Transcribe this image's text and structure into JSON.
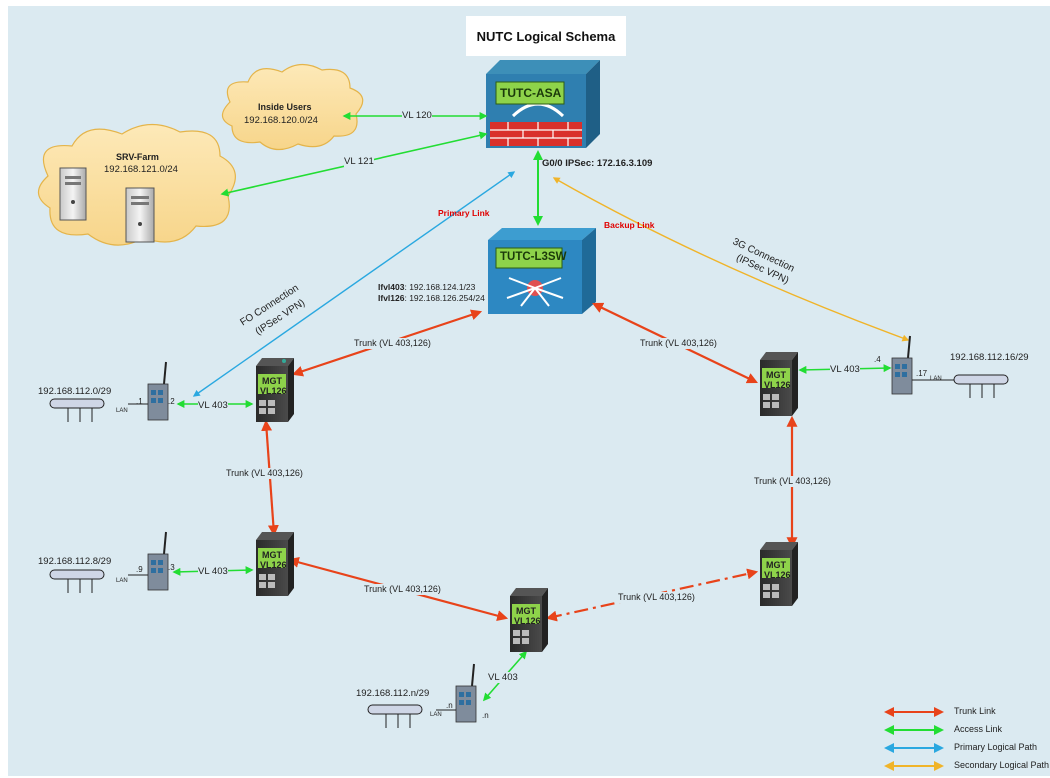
{
  "title": "NUTC Logical Schema",
  "colors": {
    "trunk": "#e8431a",
    "access": "#22dd33",
    "primary": "#2aa8e0",
    "secondary": "#f0b429",
    "background": "#dbeaf1"
  },
  "nodes": {
    "asa": {
      "label": "TUTC-ASA",
      "note": "G0/0 IPSec: 172.16.3.109"
    },
    "l3sw": {
      "label": "TUTC-L3SW",
      "ifvl403_name": "Ifvl403",
      "ifvl403_ip": ": 192.168.124.1/23",
      "ifvl126_name": "Ifvl126",
      "ifvl126_ip": ": 192.168.126.254/24"
    },
    "inside_users": {
      "label": "Inside Users",
      "subnet": "192.168.120.0/24"
    },
    "srv_farm": {
      "label": "SRV-Farm",
      "subnet": "192.168.121.0/24"
    },
    "switch": {
      "line1": "MGT",
      "line2": "VL126"
    }
  },
  "links": {
    "vl120": "VL 120",
    "vl121": "VL 121",
    "vl403": "VL 403",
    "trunk": "Trunk (VL 403,126)",
    "primary_link": "Primary Link",
    "backup_link": "Backup Link",
    "fo_connection": "FO Connection",
    "fo_ipsec": "(IPSec VPN)",
    "g3_connection": "3G Connection",
    "g3_ipsec": "(IPSec VPN)"
  },
  "sites": [
    {
      "subnet": "192.168.112.0/29",
      "lan_ip": ".1",
      "wan_ip": ".2",
      "lan": "LAN"
    },
    {
      "subnet": "192.168.112.8/29",
      "lan_ip": ".9",
      "wan_ip": ".3",
      "lan": "LAN"
    },
    {
      "subnet": "192.168.112.n/29",
      "lan_ip": ".n",
      "wan_ip": ".n",
      "lan": "LAN"
    },
    {
      "subnet": "192.168.112.16/29",
      "lan_ip": ".17",
      "wan_ip": ".4",
      "lan": "LAN"
    }
  ],
  "legend": [
    {
      "label": "Trunk Link",
      "color": "#e8431a"
    },
    {
      "label": "Access Link",
      "color": "#22dd33"
    },
    {
      "label": "Primary Logical Path",
      "color": "#2aa8e0"
    },
    {
      "label": "Secondary Logical Path",
      "color": "#f0b429"
    }
  ]
}
